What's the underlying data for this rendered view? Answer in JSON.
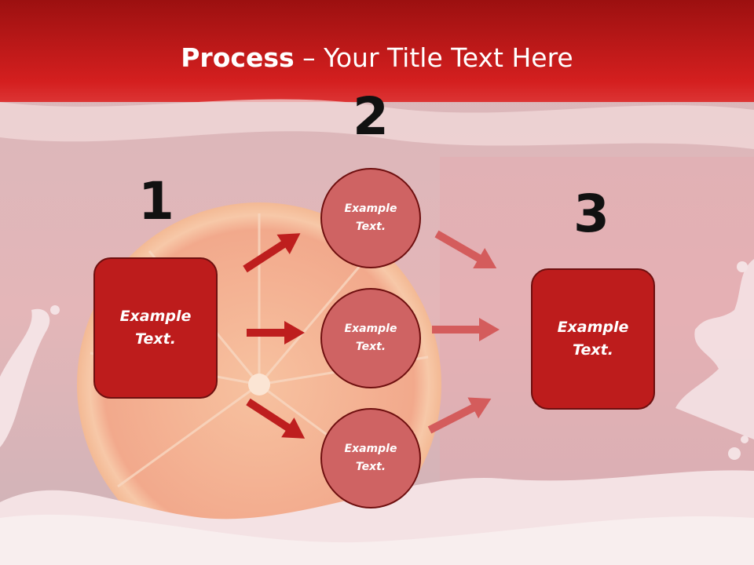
{
  "title": {
    "bold": "Process",
    "rest": " – Your Title Text Here"
  },
  "steps": [
    {
      "number": "1",
      "label": "Example\nText."
    },
    {
      "number": "2",
      "nodes": [
        "Example\nText.",
        "Example\nText.",
        "Example\nText."
      ]
    },
    {
      "number": "3",
      "label": "Example\nText."
    }
  ],
  "colors": {
    "header_red": "#c11515",
    "box_red": "#bd1c1c",
    "circle_red": "#cf6363",
    "arrow_dark": "#be1e1e",
    "arrow_light": "#d45c5c"
  }
}
